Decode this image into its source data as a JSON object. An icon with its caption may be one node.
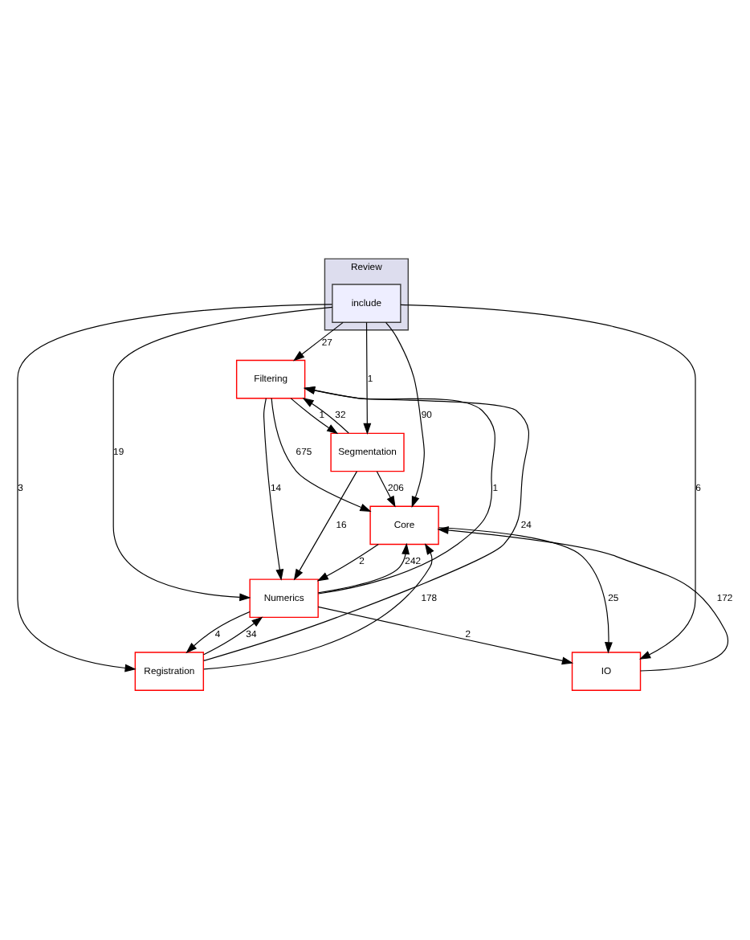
{
  "diagram": {
    "nodes": [
      {
        "text": [
          "Review"
        ]
      },
      {
        "text": [
          "include"
        ],
        "in": 0
      },
      {
        "text": [
          "Filtering"
        ]
      },
      {
        "text": [
          "Segmentation"
        ]
      },
      {
        "text": [
          "Core"
        ]
      },
      {
        "text": [
          "Numerics"
        ]
      },
      {
        "text": [
          "Registration"
        ]
      },
      {
        "text": [
          "IO"
        ]
      }
    ],
    "edges": [
      {
        "from": 1,
        "to": 2,
        "arrow": "to",
        "label": "27"
      },
      {
        "from": 1,
        "to": 3,
        "arrow": "to",
        "label": "1"
      },
      {
        "from": 1,
        "to": 4,
        "arrow": "to",
        "label": "90"
      },
      {
        "from": 1,
        "to": 5,
        "arrow": "to",
        "label": "19"
      },
      {
        "from": 1,
        "to": 6,
        "arrow": "to",
        "label": "3"
      },
      {
        "from": 1,
        "to": 7,
        "arrow": "to",
        "label": "6"
      },
      {
        "from": 2,
        "to": 3,
        "arrow": "to",
        "label": "1"
      },
      {
        "from": 3,
        "to": 2,
        "arrow": "to",
        "label": "32"
      },
      {
        "from": 2,
        "to": 4,
        "arrow": "to",
        "label": "675"
      },
      {
        "from": 2,
        "to": 5,
        "arrow": "to",
        "label": "14"
      },
      {
        "from": 5,
        "to": 2,
        "arrow": "to",
        "label": "1"
      },
      {
        "from": 6,
        "to": 2,
        "arrow": "to",
        "label": "24"
      },
      {
        "from": 3,
        "to": 4,
        "arrow": "to",
        "label": "206"
      },
      {
        "from": 3,
        "to": 5,
        "arrow": "to",
        "label": "16"
      },
      {
        "from": 5,
        "to": 4,
        "arrow": "to",
        "label": "242"
      },
      {
        "from": 4,
        "to": 5,
        "arrow": "to",
        "label": "2"
      },
      {
        "from": 6,
        "to": 4,
        "arrow": "to",
        "label": "178"
      },
      {
        "from": 4,
        "to": 7,
        "arrow": "to",
        "label": "25"
      },
      {
        "from": 7,
        "to": 4,
        "arrow": "to",
        "label": "172"
      },
      {
        "from": 5,
        "to": 6,
        "arrow": "to",
        "label": "4"
      },
      {
        "from": 6,
        "to": 5,
        "arrow": "to",
        "label": "34"
      },
      {
        "from": 5,
        "to": 7,
        "arrow": "to",
        "label": "2"
      }
    ]
  }
}
